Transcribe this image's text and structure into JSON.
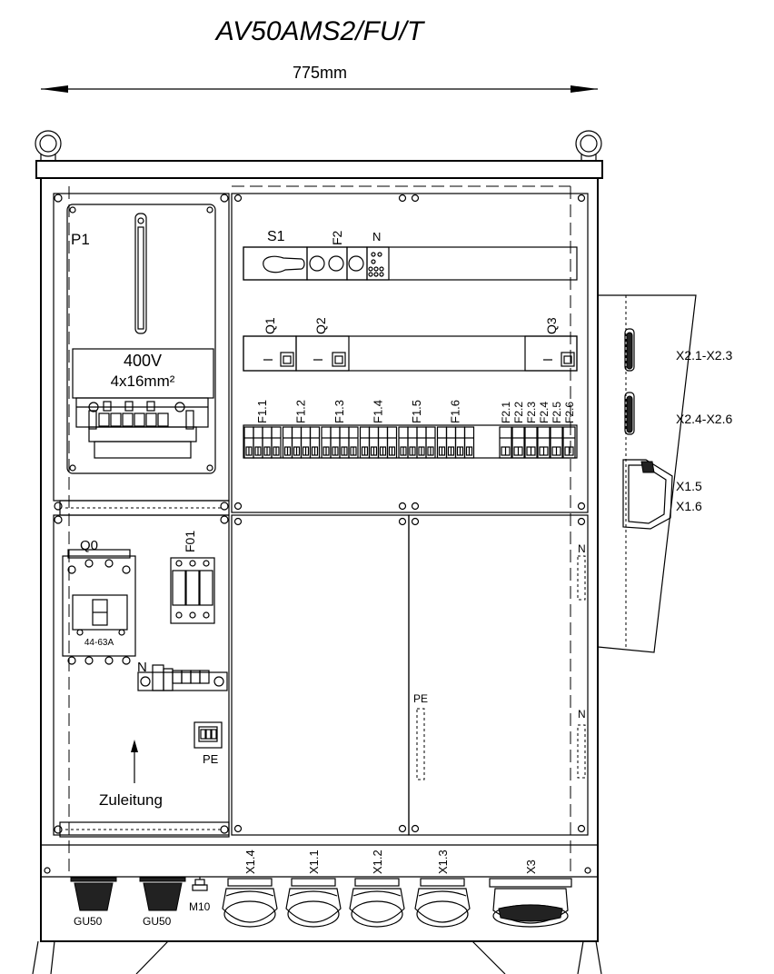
{
  "title": "AV50AMS2/FU/T",
  "dimension": "775mm",
  "labels": {
    "p1": "P1",
    "voltage": "400V",
    "cable": "4x16mm²",
    "s1": "S1",
    "f2": "F2",
    "n_top": "N",
    "q1": "Q1",
    "q2": "Q2",
    "q3": "Q3",
    "q0": "Q0",
    "q0_rating": "44-63A",
    "f01": "F01",
    "n_bar": "N",
    "pe": "PE",
    "pe_mid": "PE",
    "n_right_1": "N",
    "n_right_2": "N",
    "zuleitung": "Zuleitung",
    "m10": "M10",
    "gu50_a": "GU50",
    "gu50_b": "GU50",
    "socket_1": "X2.1-X2.3",
    "socket_2": "X2.4-X2.6",
    "socket_3a": "X1.5",
    "socket_3b": "X1.6"
  },
  "breakers_f1": [
    "F1.1",
    "F1.2",
    "F1.3",
    "F1.4",
    "F1.5",
    "F1.6"
  ],
  "breakers_f2": [
    "F2.1",
    "F2.2",
    "F2.3",
    "F2.4",
    "F2.5",
    "F2.6"
  ],
  "bottom_sockets": [
    "X1.4",
    "X1.1",
    "X1.2",
    "X1.3",
    "X3"
  ]
}
